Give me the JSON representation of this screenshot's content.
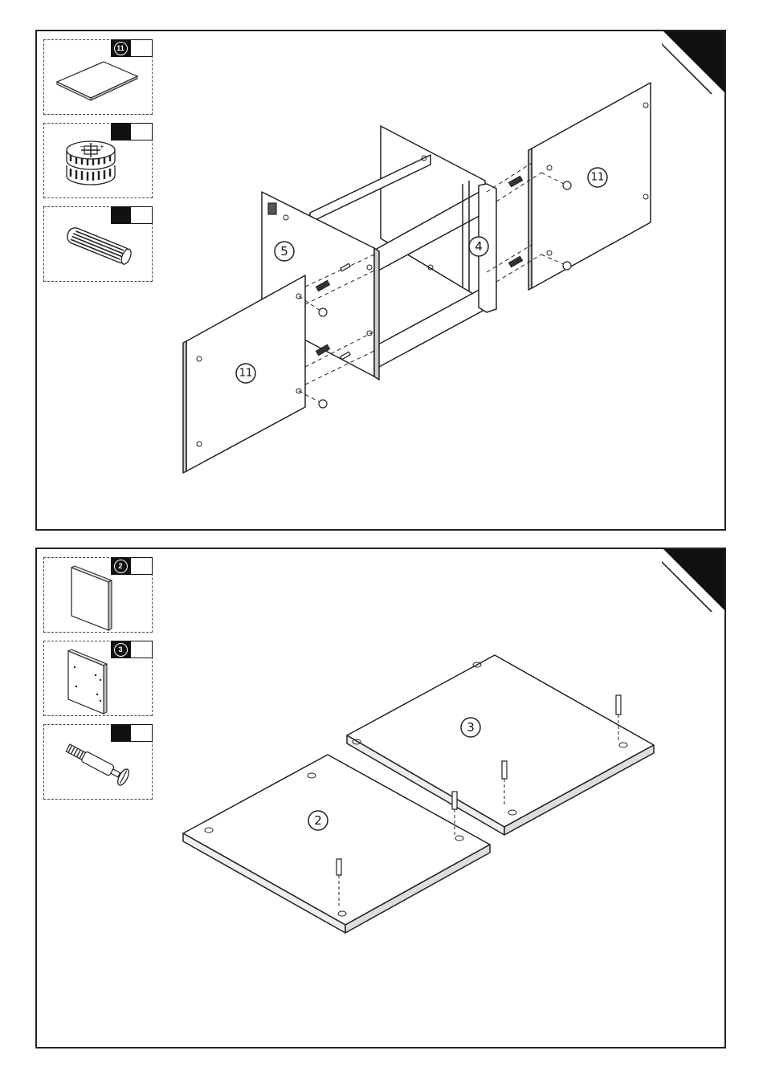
{
  "steps": [
    {
      "parts": [
        {
          "id": "11",
          "qty": "",
          "icon": "panel-icon"
        },
        {
          "id": "",
          "qty": "",
          "icon": "cam-lock-icon"
        },
        {
          "id": "",
          "qty": "",
          "icon": "wood-dowel-icon"
        }
      ],
      "callouts": {
        "panel_5": "5",
        "panel_4": "4",
        "panel_11_right": "11",
        "panel_11_left": "11"
      }
    },
    {
      "parts": [
        {
          "id": "2",
          "qty": "",
          "icon": "panel-icon"
        },
        {
          "id": "3",
          "qty": "",
          "icon": "panel-icon"
        },
        {
          "id": "",
          "qty": "",
          "icon": "cam-bolt-icon"
        }
      ],
      "callouts": {
        "panel_3": "3",
        "panel_2": "2"
      }
    }
  ]
}
